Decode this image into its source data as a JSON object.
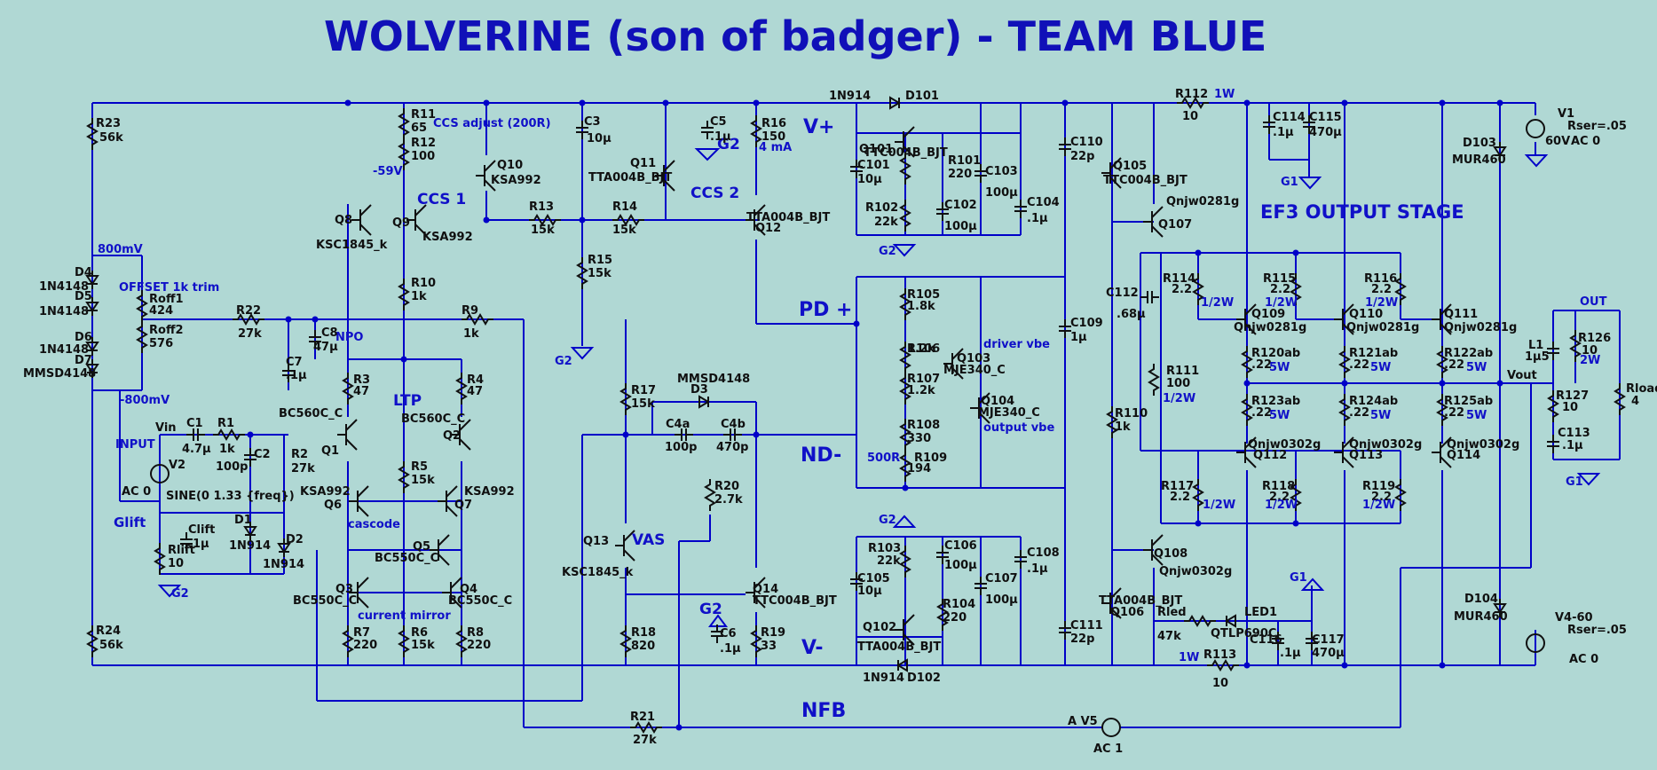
{
  "title": "WOLVERINE (son of badger) - TEAM BLUE",
  "net_labels": {
    "v_plus": "V+",
    "v_minus": "V-",
    "pd_plus": "PD +",
    "nd_minus": "ND-",
    "nfb": "NFB",
    "ccs1": "CCS 1",
    "ccs2": "CCS 2",
    "ltp": "LTP",
    "vas": "VAS",
    "ef3": "EF3 OUTPUT STAGE",
    "glift": "Glift",
    "g2": "G2",
    "g1": "G1",
    "vout": "Vout",
    "out": "OUT",
    "vin": "Vin",
    "input": "INPUT"
  },
  "notes": {
    "ccs_adjust": "CCS adjust (200R)",
    "v59": "-59V",
    "ma4": "4 mA",
    "mv800": "800mV",
    "mvm800": "-800mV",
    "offset": "OFFSET 1k trim",
    "npo": "NPO",
    "cascode": "cascode",
    "current_mirror": "current mirror",
    "driver_vbe": "driver vbe",
    "output_vbe": "output vbe",
    "r500": "500R",
    "w1_top": "1W",
    "w1_bot": "1W"
  },
  "labels": [
    {
      "id": "r23",
      "t": "R23"
    },
    {
      "id": "r23v",
      "t": "56k"
    },
    {
      "id": "r24",
      "t": "R24"
    },
    {
      "id": "r24v",
      "t": "56k"
    },
    {
      "id": "r11",
      "t": "R11"
    },
    {
      "id": "r11v",
      "t": "65"
    },
    {
      "id": "r12",
      "t": "R12"
    },
    {
      "id": "r12v",
      "t": "100"
    },
    {
      "id": "q10",
      "t": "Q10"
    },
    {
      "id": "q10v",
      "t": "KSA992"
    },
    {
      "id": "q8",
      "t": "Q8"
    },
    {
      "id": "q8v",
      "t": "KSC1845_k"
    },
    {
      "id": "q9",
      "t": "Q9"
    },
    {
      "id": "q9v",
      "t": "KSA992"
    },
    {
      "id": "r10",
      "t": "R10"
    },
    {
      "id": "r10v",
      "t": "1k"
    },
    {
      "id": "c3",
      "t": "C3"
    },
    {
      "id": "c3v",
      "t": "10µ"
    },
    {
      "id": "c5",
      "t": "C5"
    },
    {
      "id": "c5v",
      "t": ".1µ"
    },
    {
      "id": "r16",
      "t": "R16"
    },
    {
      "id": "r16v",
      "t": "150"
    },
    {
      "id": "q11",
      "t": "Q11"
    },
    {
      "id": "q11v",
      "t": "TTA004B_BJT"
    },
    {
      "id": "r13",
      "t": "R13"
    },
    {
      "id": "r13v",
      "t": "15k"
    },
    {
      "id": "r14",
      "t": "R14"
    },
    {
      "id": "r14v",
      "t": "15k"
    },
    {
      "id": "q12v",
      "t": "TTA004B_BJT"
    },
    {
      "id": "q12",
      "t": "Q12"
    },
    {
      "id": "r15",
      "t": "R15"
    },
    {
      "id": "r15v",
      "t": "15k"
    },
    {
      "id": "d4",
      "t": "D4"
    },
    {
      "id": "d4v",
      "t": "1N4148"
    },
    {
      "id": "d5",
      "t": "D5"
    },
    {
      "id": "d5v",
      "t": "1N4148"
    },
    {
      "id": "d6",
      "t": "D6"
    },
    {
      "id": "d6v",
      "t": "1N4148"
    },
    {
      "id": "d7",
      "t": "D7"
    },
    {
      "id": "d7v",
      "t": "MMSD4148"
    },
    {
      "id": "roff1",
      "t": "Roff1"
    },
    {
      "id": "roff1v",
      "t": "424"
    },
    {
      "id": "roff2",
      "t": "Roff2"
    },
    {
      "id": "roff2v",
      "t": "576"
    },
    {
      "id": "r22",
      "t": "R22"
    },
    {
      "id": "r22v",
      "t": "27k"
    },
    {
      "id": "c8",
      "t": "C8"
    },
    {
      "id": "c8v",
      "t": "47µ"
    },
    {
      "id": "c7",
      "t": "C7"
    },
    {
      "id": "c7v",
      "t": ".1µ"
    },
    {
      "id": "r9",
      "t": "R9"
    },
    {
      "id": "r9v",
      "t": "1k"
    },
    {
      "id": "r3",
      "t": "R3"
    },
    {
      "id": "r3v",
      "t": "47"
    },
    {
      "id": "r4",
      "t": "R4"
    },
    {
      "id": "r4v",
      "t": "47"
    },
    {
      "id": "q1v",
      "t": "BC560C_C"
    },
    {
      "id": "q1",
      "t": "Q1"
    },
    {
      "id": "q2v",
      "t": "BC560C_C"
    },
    {
      "id": "q2",
      "t": "Q2"
    },
    {
      "id": "c1",
      "t": "C1"
    },
    {
      "id": "c1v",
      "t": "4.7µ"
    },
    {
      "id": "r1",
      "t": "R1"
    },
    {
      "id": "r1v",
      "t": "1k"
    },
    {
      "id": "c2",
      "t": "C2"
    },
    {
      "id": "c2v",
      "t": "100p"
    },
    {
      "id": "r2",
      "t": "R2"
    },
    {
      "id": "r2v",
      "t": "27k"
    },
    {
      "id": "v2",
      "t": "V2"
    },
    {
      "id": "v2v",
      "t": "AC 0"
    },
    {
      "id": "v2s",
      "t": "SINE(0 1.33 {freq})"
    },
    {
      "id": "r5",
      "t": "R5"
    },
    {
      "id": "r5v",
      "t": "15k"
    },
    {
      "id": "q6v",
      "t": "KSA992"
    },
    {
      "id": "q6",
      "t": "Q6"
    },
    {
      "id": "q7v",
      "t": "KSA992"
    },
    {
      "id": "q7",
      "t": "Q7"
    },
    {
      "id": "rlift",
      "t": "Rlift"
    },
    {
      "id": "rliftv",
      "t": "10"
    },
    {
      "id": "clift",
      "t": "Clift"
    },
    {
      "id": "cliftv",
      "t": ".1µ"
    },
    {
      "id": "d1",
      "t": "D1"
    },
    {
      "id": "d1v",
      "t": "1N914"
    },
    {
      "id": "d2",
      "t": "D2"
    },
    {
      "id": "d2v",
      "t": "1N914"
    },
    {
      "id": "q5",
      "t": "Q5"
    },
    {
      "id": "q5v",
      "t": "BC550C_C"
    },
    {
      "id": "q3",
      "t": "Q3"
    },
    {
      "id": "q3v",
      "t": "BC550C_C"
    },
    {
      "id": "q4",
      "t": "Q4"
    },
    {
      "id": "q4v",
      "t": "BC550C_C"
    },
    {
      "id": "r7",
      "t": "R7"
    },
    {
      "id": "r7v",
      "t": "220"
    },
    {
      "id": "r6",
      "t": "R6"
    },
    {
      "id": "r6v",
      "t": "15k"
    },
    {
      "id": "r8",
      "t": "R8"
    },
    {
      "id": "r8v",
      "t": "220"
    },
    {
      "id": "r17",
      "t": "R17"
    },
    {
      "id": "r17v",
      "t": "15k"
    },
    {
      "id": "d3v",
      "t": "MMSD4148"
    },
    {
      "id": "d3",
      "t": "D3"
    },
    {
      "id": "c4a",
      "t": "C4a"
    },
    {
      "id": "c4av",
      "t": "100p"
    },
    {
      "id": "c4b",
      "t": "C4b"
    },
    {
      "id": "c4bv",
      "t": "470p"
    },
    {
      "id": "r20",
      "t": "R20"
    },
    {
      "id": "r20v",
      "t": "2.7k"
    },
    {
      "id": "q13",
      "t": "Q13"
    },
    {
      "id": "q13v",
      "t": "KSC1845_k"
    },
    {
      "id": "q14",
      "t": "Q14"
    },
    {
      "id": "q14v",
      "t": "TTC004B_BJT"
    },
    {
      "id": "c6",
      "t": "C6"
    },
    {
      "id": "c6v",
      "t": ".1µ"
    },
    {
      "id": "r18",
      "t": "R18"
    },
    {
      "id": "r18v",
      "t": "820"
    },
    {
      "id": "r19",
      "t": "R19"
    },
    {
      "id": "r19v",
      "t": "33"
    },
    {
      "id": "r21",
      "t": "R21"
    },
    {
      "id": "r21v",
      "t": "27k"
    },
    {
      "id": "d101v",
      "t": "1N914"
    },
    {
      "id": "d101",
      "t": "D101"
    },
    {
      "id": "q101v",
      "t": "TTC004B_BJT"
    },
    {
      "id": "q101",
      "t": "Q101"
    },
    {
      "id": "c101",
      "t": "C101"
    },
    {
      "id": "c101v",
      "t": "10µ"
    },
    {
      "id": "r101",
      "t": "R101"
    },
    {
      "id": "r101v",
      "t": "220"
    },
    {
      "id": "c103",
      "t": "C103"
    },
    {
      "id": "c103v",
      "t": "100µ"
    },
    {
      "id": "r102",
      "t": "R102"
    },
    {
      "id": "r102v",
      "t": "22k"
    },
    {
      "id": "c102",
      "t": "C102"
    },
    {
      "id": "c102v",
      "t": "100µ"
    },
    {
      "id": "c104",
      "t": "C104"
    },
    {
      "id": "c104v",
      "t": ".1µ"
    },
    {
      "id": "r105",
      "t": "R105"
    },
    {
      "id": "r105v",
      "t": "1.8k"
    },
    {
      "id": "r106",
      "t": "R106"
    },
    {
      "id": "r106v",
      "t": "1.2k"
    },
    {
      "id": "q103",
      "t": "Q103"
    },
    {
      "id": "q103v",
      "t": "MJE340_C"
    },
    {
      "id": "r107",
      "t": "R107"
    },
    {
      "id": "r107v",
      "t": "1.2k"
    },
    {
      "id": "q104",
      "t": "Q104"
    },
    {
      "id": "q104v",
      "t": "MJE340_C"
    },
    {
      "id": "r108",
      "t": "R108"
    },
    {
      "id": "r108v",
      "t": "330"
    },
    {
      "id": "r109",
      "t": "R109"
    },
    {
      "id": "r109v",
      "t": "194"
    },
    {
      "id": "r103",
      "t": "R103"
    },
    {
      "id": "r103v",
      "t": "22k"
    },
    {
      "id": "c106",
      "t": "C106"
    },
    {
      "id": "c106v",
      "t": "100µ"
    },
    {
      "id": "c105",
      "t": "C105"
    },
    {
      "id": "c105v",
      "t": "10µ"
    },
    {
      "id": "c107",
      "t": "C107"
    },
    {
      "id": "c107v",
      "t": "100µ"
    },
    {
      "id": "c108",
      "t": "C108"
    },
    {
      "id": "c108v",
      "t": ".1µ"
    },
    {
      "id": "r104",
      "t": "R104"
    },
    {
      "id": "r104v",
      "t": "220"
    },
    {
      "id": "q102",
      "t": "Q102"
    },
    {
      "id": "q102v",
      "t": "TTA004B_BJT"
    },
    {
      "id": "d102v",
      "t": "1N914"
    },
    {
      "id": "d102",
      "t": "D102"
    },
    {
      "id": "c110",
      "t": "C110"
    },
    {
      "id": "c110v",
      "t": "22p"
    },
    {
      "id": "q105",
      "t": "Q105"
    },
    {
      "id": "q105v",
      "t": "TTC004B_BJT"
    },
    {
      "id": "q107v",
      "t": "Qnjw0281g"
    },
    {
      "id": "q107",
      "t": "Q107"
    },
    {
      "id": "r112",
      "t": "R112"
    },
    {
      "id": "r112v",
      "t": "10"
    },
    {
      "id": "c114",
      "t": "C114"
    },
    {
      "id": "c114v",
      "t": ".1µ"
    },
    {
      "id": "c115",
      "t": "C115"
    },
    {
      "id": "c115v",
      "t": "470µ"
    },
    {
      "id": "c112",
      "t": "C112"
    },
    {
      "id": "c112v",
      "t": ".68µ"
    },
    {
      "id": "c109",
      "t": "C109"
    },
    {
      "id": "c109v",
      "t": "1µ"
    },
    {
      "id": "r114",
      "t": "R114"
    },
    {
      "id": "r114v",
      "t": "2.2"
    },
    {
      "id": "r115",
      "t": "R115"
    },
    {
      "id": "r115v",
      "t": "2.2"
    },
    {
      "id": "r116",
      "t": "R116"
    },
    {
      "id": "r116v",
      "t": "2.2"
    },
    {
      "id": "q109",
      "t": "Q109"
    },
    {
      "id": "q109v",
      "t": "Qnjw0281g"
    },
    {
      "id": "q110",
      "t": "Q110"
    },
    {
      "id": "q110v",
      "t": "Qnjw0281g"
    },
    {
      "id": "q111",
      "t": "Q111"
    },
    {
      "id": "q111v",
      "t": "Qnjw0281g"
    },
    {
      "id": "r120",
      "t": "R120ab"
    },
    {
      "id": "r120v",
      "t": ".22"
    },
    {
      "id": "r121",
      "t": "R121ab"
    },
    {
      "id": "r121v",
      "t": ".22"
    },
    {
      "id": "r122",
      "t": "R122ab"
    },
    {
      "id": "r122v",
      "t": ".22"
    },
    {
      "id": "r111",
      "t": "R111"
    },
    {
      "id": "r111v",
      "t": "100"
    },
    {
      "id": "r123",
      "t": "R123ab"
    },
    {
      "id": "r123v",
      "t": ".22"
    },
    {
      "id": "r124",
      "t": "R124ab"
    },
    {
      "id": "r124v",
      "t": ".22"
    },
    {
      "id": "r125",
      "t": "R125ab"
    },
    {
      "id": "r125v",
      "t": ".22"
    },
    {
      "id": "r110",
      "t": "R110"
    },
    {
      "id": "r110v",
      "t": "1k"
    },
    {
      "id": "q112v",
      "t": "Qnjw0302g"
    },
    {
      "id": "q112",
      "t": "Q112"
    },
    {
      "id": "q113v",
      "t": "Qnjw0302g"
    },
    {
      "id": "q113",
      "t": "Q113"
    },
    {
      "id": "q114v",
      "t": "Qnjw0302g"
    },
    {
      "id": "q114",
      "t": "Q114"
    },
    {
      "id": "r117",
      "t": "R117"
    },
    {
      "id": "r117v",
      "t": "2.2"
    },
    {
      "id": "r118",
      "t": "R118"
    },
    {
      "id": "r118v",
      "t": "2.2"
    },
    {
      "id": "r119",
      "t": "R119"
    },
    {
      "id": "r119v",
      "t": "2.2"
    },
    {
      "id": "q108",
      "t": "Q108"
    },
    {
      "id": "q108v",
      "t": "Qnjw0302g"
    },
    {
      "id": "q106v",
      "t": "TTA004B_BJT"
    },
    {
      "id": "q106",
      "t": "Q106"
    },
    {
      "id": "c111",
      "t": "C111"
    },
    {
      "id": "c111v",
      "t": "22p"
    },
    {
      "id": "rled",
      "t": "Rled"
    },
    {
      "id": "rledv",
      "t": "47k"
    },
    {
      "id": "led1",
      "t": "LED1"
    },
    {
      "id": "led1v",
      "t": "QTLP690C"
    },
    {
      "id": "c116",
      "t": "C116"
    },
    {
      "id": "c116v",
      "t": ".1µ"
    },
    {
      "id": "c117",
      "t": "C117"
    },
    {
      "id": "c117v",
      "t": "470µ"
    },
    {
      "id": "r113",
      "t": "R113"
    },
    {
      "id": "r113v",
      "t": "10"
    },
    {
      "id": "v1",
      "t": "V1"
    },
    {
      "id": "v1r",
      "t": "Rser=.05"
    },
    {
      "id": "v1v",
      "t": "60V"
    },
    {
      "id": "v1a",
      "t": "AC 0"
    },
    {
      "id": "d103",
      "t": "D103"
    },
    {
      "id": "d103v",
      "t": "MUR460"
    },
    {
      "id": "d104",
      "t": "D104"
    },
    {
      "id": "d104v",
      "t": "MUR460"
    },
    {
      "id": "v4",
      "t": "V4-60"
    },
    {
      "id": "v4r",
      "t": "Rser=.05"
    },
    {
      "id": "v4a",
      "t": "AC 0"
    },
    {
      "id": "l1",
      "t": "L1"
    },
    {
      "id": "l1v",
      "t": "1µ5"
    },
    {
      "id": "r126",
      "t": "R126"
    },
    {
      "id": "r126v",
      "t": "10"
    },
    {
      "id": "r127",
      "t": "R127"
    },
    {
      "id": "r127v",
      "t": "10"
    },
    {
      "id": "c113",
      "t": "C113"
    },
    {
      "id": "c113v",
      "t": ".1µ"
    },
    {
      "id": "rload",
      "t": "Rload"
    },
    {
      "id": "rloadv",
      "t": "4"
    },
    {
      "id": "v5",
      "t": "A V5"
    },
    {
      "id": "v5v",
      "t": "AC 1"
    }
  ],
  "blue_labels": [
    {
      "id": "w114",
      "t": "1/2W"
    },
    {
      "id": "w115",
      "t": "1/2W"
    },
    {
      "id": "w116",
      "t": "1/2W"
    },
    {
      "id": "w117",
      "t": "1/2W"
    },
    {
      "id": "w118",
      "t": "1/2W"
    },
    {
      "id": "w119",
      "t": "1/2W"
    },
    {
      "id": "w120",
      "t": "5W"
    },
    {
      "id": "w121",
      "t": "5W"
    },
    {
      "id": "w122",
      "t": "5W"
    },
    {
      "id": "w123",
      "t": "5W"
    },
    {
      "id": "w124",
      "t": "5W"
    },
    {
      "id": "w125",
      "t": "5W"
    },
    {
      "id": "w111",
      "t": "1/2W"
    },
    {
      "id": "w126",
      "t": "2W"
    }
  ],
  "colors": {
    "background": "#b0d8d4",
    "wire": "#0000c8",
    "title": "#1010b8",
    "label": "#101010"
  }
}
